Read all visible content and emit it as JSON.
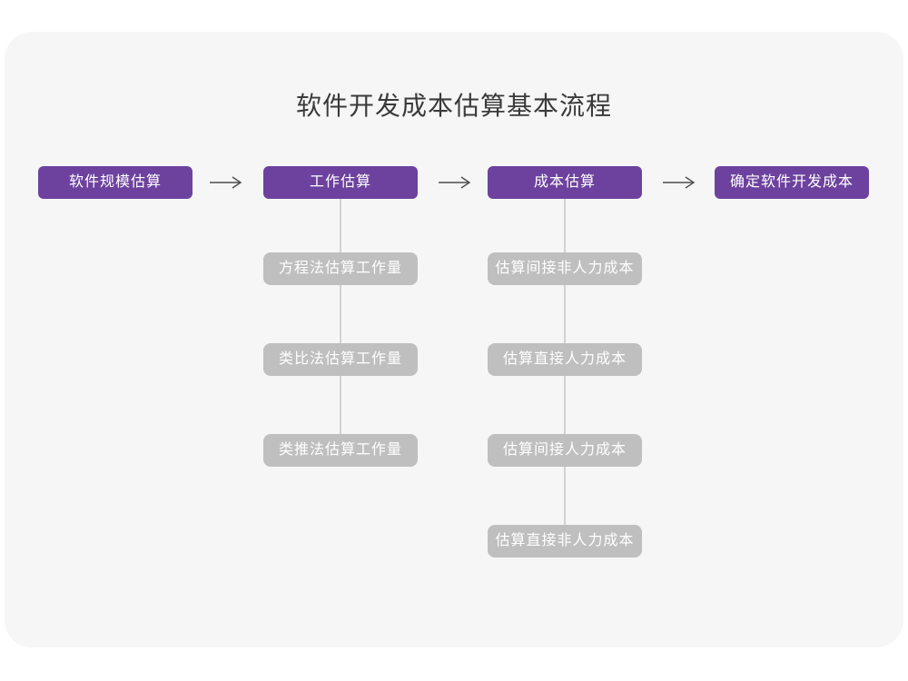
{
  "title": "软件开发成本估算基本流程",
  "colors": {
    "page_background": "#ffffff",
    "card_background": "#f6f6f7",
    "main_node_fill": "#6d429e",
    "sub_node_fill": "#bfbfbf",
    "connector": "#d2d2d2",
    "arrow": "#4d4d4d",
    "title_text": "#3a3a3a",
    "node_text": "#ffffff"
  },
  "flow": {
    "main_steps": [
      {
        "label": "软件规模估算"
      },
      {
        "label": "工作估算"
      },
      {
        "label": "成本估算"
      },
      {
        "label": "确定软件开发成本"
      }
    ],
    "work_estimation_methods": [
      "方程法估算工作量",
      "类比法估算工作量",
      "类推法估算工作量"
    ],
    "cost_estimation_steps": [
      "估算间接非人力成本",
      "估算直接人力成本",
      "估算间接人力成本",
      "估算直接非人力成本"
    ]
  }
}
